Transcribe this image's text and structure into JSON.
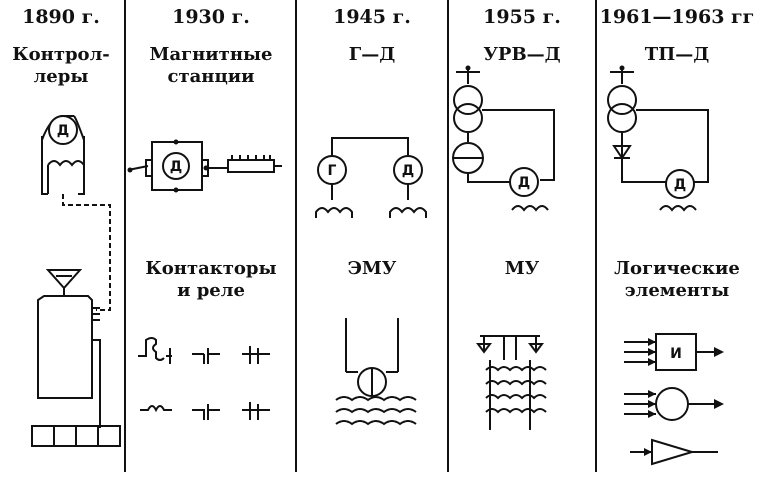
{
  "columns": [
    {
      "year": "1890 г.",
      "title": "Контрол-\nлеры",
      "lower": ""
    },
    {
      "year": "1930 г.",
      "title": "Магнитные\nстанции",
      "lower": "Контакторы\nи реле"
    },
    {
      "year": "1945 г.",
      "title": "Г—Д",
      "lower": "ЭМУ"
    },
    {
      "year": "1955 г.",
      "title": "УРВ—Д",
      "lower": "МУ"
    },
    {
      "year": "1961—1963 гг",
      "title": "ТП—Д",
      "lower": "Логические\nэлементы"
    }
  ],
  "symbols": {
    "motor": "Д",
    "generator": "Г",
    "and_gate": "И"
  }
}
